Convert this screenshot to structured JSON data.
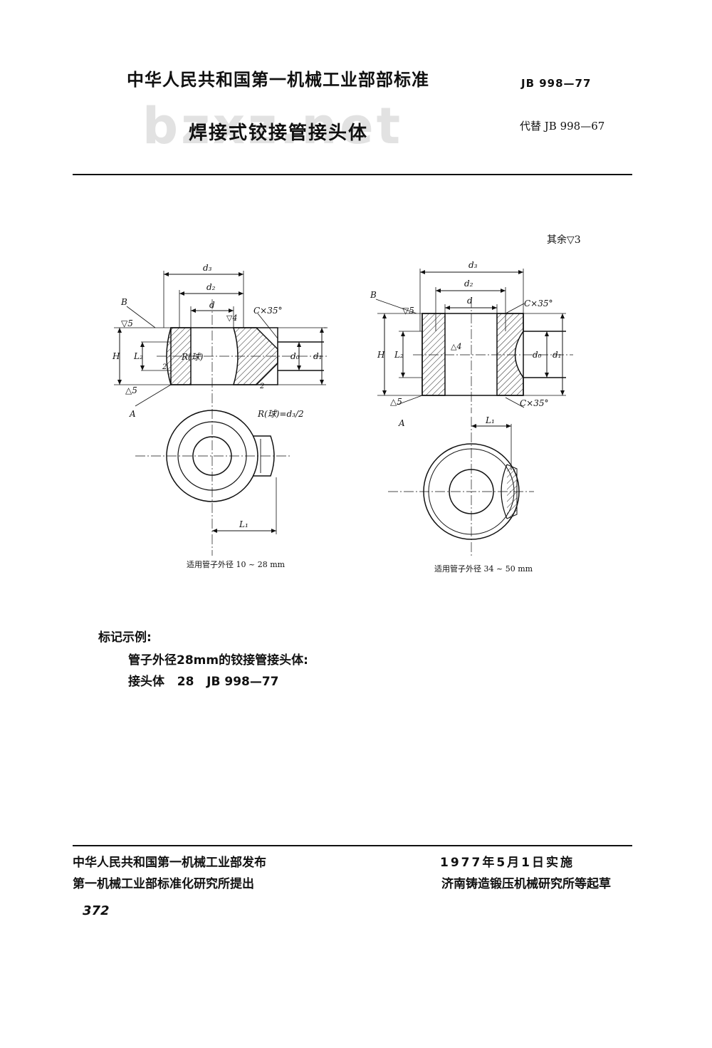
{
  "header": {
    "publisher_title": "中华人民共和国第一机械工业部部标准",
    "standard_code": "JB 998—77",
    "watermark": "bzxz.net",
    "document_title": "焊接式铰接管接头体",
    "replaces": "代替 JB 998—67"
  },
  "drawing": {
    "surface_finish_note": "其余▽3",
    "left_view": {
      "labels": [
        "d3",
        "d2",
        "d",
        "C×35°",
        "B",
        "▽5",
        "▽4",
        "H",
        "L2",
        "R(球)",
        "2",
        "d0",
        "d1",
        "△5",
        "A",
        "R(球)=d3/2",
        "L1"
      ],
      "caption": "适用管子外径 10 ~ 28 mm"
    },
    "right_view": {
      "labels": [
        "d3",
        "d2",
        "d",
        "B",
        "▽5",
        "C×35°",
        "H",
        "L2",
        "△4",
        "d0",
        "d1",
        "△5",
        "A",
        "C×35°",
        "L1"
      ],
      "caption": "适用管子外径 34 ~ 50 mm"
    }
  },
  "example": {
    "heading": "标记示例:",
    "line1": "管子外径28mm的铰接管接头体:",
    "line2": "接头体   28   JB 998—77"
  },
  "footer": {
    "issuer": "中华人民共和国第一机械工业部发布",
    "effective": "1977年5月1日实施",
    "proposer": "第一机械工业部标准化研究所提出",
    "drafter": "济南铸造锻压机械研究所等起草"
  },
  "page_number": "372"
}
